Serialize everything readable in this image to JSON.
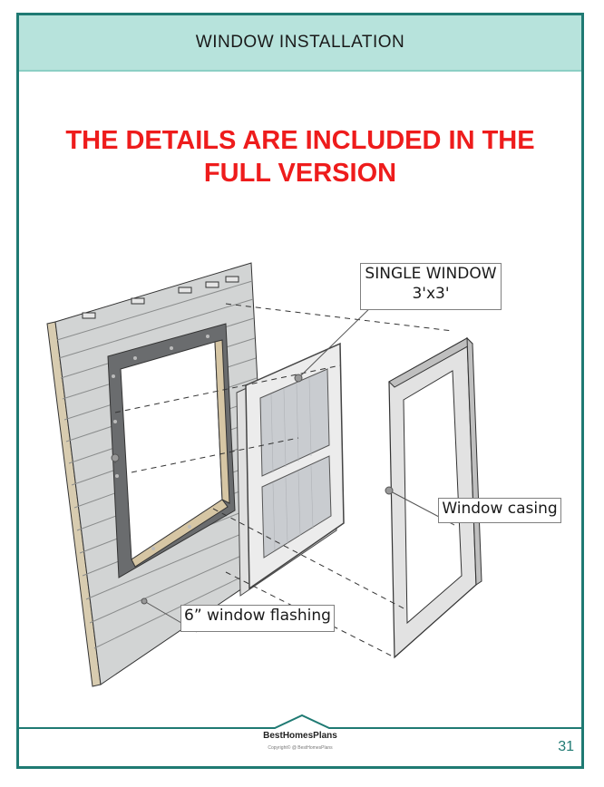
{
  "header": {
    "title": "WINDOW INSTALLATION"
  },
  "notice": {
    "line1": "THE DETAILS ARE INCLUDED IN THE",
    "line2": "FULL VERSION"
  },
  "callouts": {
    "single_window_line1": "SINGLE WINDOW",
    "single_window_line2": "3'x3'",
    "window_casing": "Window casing",
    "window_flashing": "6” window flashing"
  },
  "footer": {
    "brand": "BestHomesPlans",
    "copyright": "Copyright© @ BestHomesPlans",
    "page_number": "31"
  },
  "colors": {
    "frame": "#1f7a73",
    "header_bg": "#b7e3dc",
    "notice": "#ee1c1c"
  }
}
